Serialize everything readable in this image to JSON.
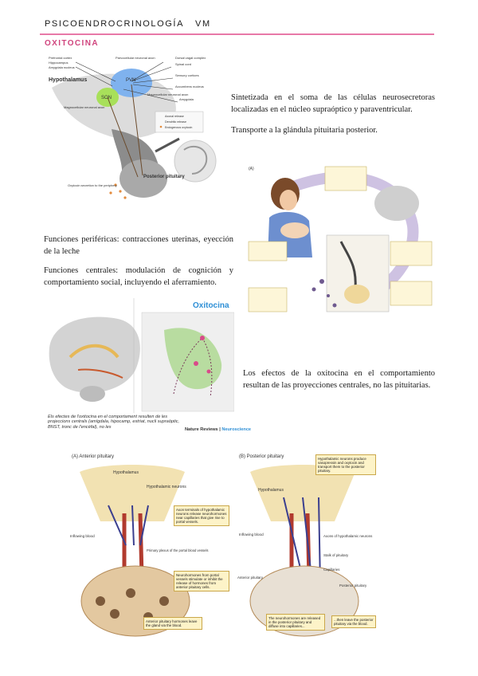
{
  "header": {
    "subject": "PSICOENDROCRINOLOGÍA",
    "initials": "VM"
  },
  "section_title": "OXITOCINA",
  "paragraphs": {
    "synthesis": "Sintetizada en el soma de las células neurosecretoras localizadas en el núcleo supraóptico y paraventricular.",
    "transport": "Transporte a la glándula pituitaria posterior.",
    "peripheral": "Funciones periféricas: contracciones uterinas, eyección de la leche",
    "central": "Funciones centrales: modulación de cognición y comportamiento social, incluyendo el aferramiento.",
    "effects": "Los efectos de la oxitocina en el comportamiento resultan de las proyecciones centrales, no las pituitarias."
  },
  "fig1": {
    "hypothalamus": "Hypothalamus",
    "pvn": "PVN",
    "son": "SON",
    "prefrontal": "Prefrontal cortex",
    "hippocampus": "Hippocampus",
    "amygdala_l": "Amygdala nucleus",
    "parvo": "Parvocellular neuronal axon",
    "dorsal_vagal": "Dorsal vagal complex",
    "spinal": "Spinal cord",
    "sensory": "Sensory cortices",
    "accumbens": "Accumbens nucleus",
    "amygdala_r": "Amygdala",
    "magno_l": "Magnocellular neuronal axon",
    "magno_r": "Magnocellular neuronal axon",
    "legend_axonal": "Axonal release",
    "legend_dendritic": "Dendritic release",
    "legend_endogenous": "Endogenous oxytocin",
    "secretion": "Oxytocin secretion to the periphery",
    "posterior_pituitary": "Posterior pituitary"
  },
  "fig2": {
    "panel": "(A)"
  },
  "fig3": {
    "title": "Oxitocina",
    "caption": "Els efectes de l'oxitocina en el comportament resulten de les projeccions centrals (amígdala, hipocamp, estriat, nucli supraòptic, BNST, tronc de l'encèfal), no les",
    "credit_a": "Nature Reviews",
    "credit_b": "Neuroscience"
  },
  "fig4": {
    "title_a": "(A) Anterior pituitary",
    "title_b": "(B) Posterior pituitary",
    "hypothalamus": "Hypothalamus",
    "hyp_neurons": "Hypothalamic neurons",
    "inflowing": "Inflowing blood",
    "primary_plexus": "Primary plexus of the portal blood vessels",
    "axon_terminals": "Axon terminals of hypothalamic neurons release neurohormones near capillaries that give rise to portal vessels.",
    "neurohormones_portal": "Neurohormones from portal vessels stimulate or inhibit the release of hormones from anterior pituitary cells.",
    "ant_hormones": "Anterior pituitary hormones leave the gland via the blood.",
    "hyp_neurons_produce": "Hypothalamic neurons produce vasopressin and oxytocin and transport them to the posterior pituitary.",
    "axons_hyp": "Axons of hypothalamic neurons",
    "stalk": "Stalk of pituitary",
    "anterior_pit": "Anterior pituitary",
    "capillaries": "Capillaries",
    "posterior_pit": "Posterior pituitary",
    "released": "The neurohormones are released in the posterior pituitary and diffuse into capillaries...",
    "leave": "...then leave the posterior pituitary via the blood."
  }
}
